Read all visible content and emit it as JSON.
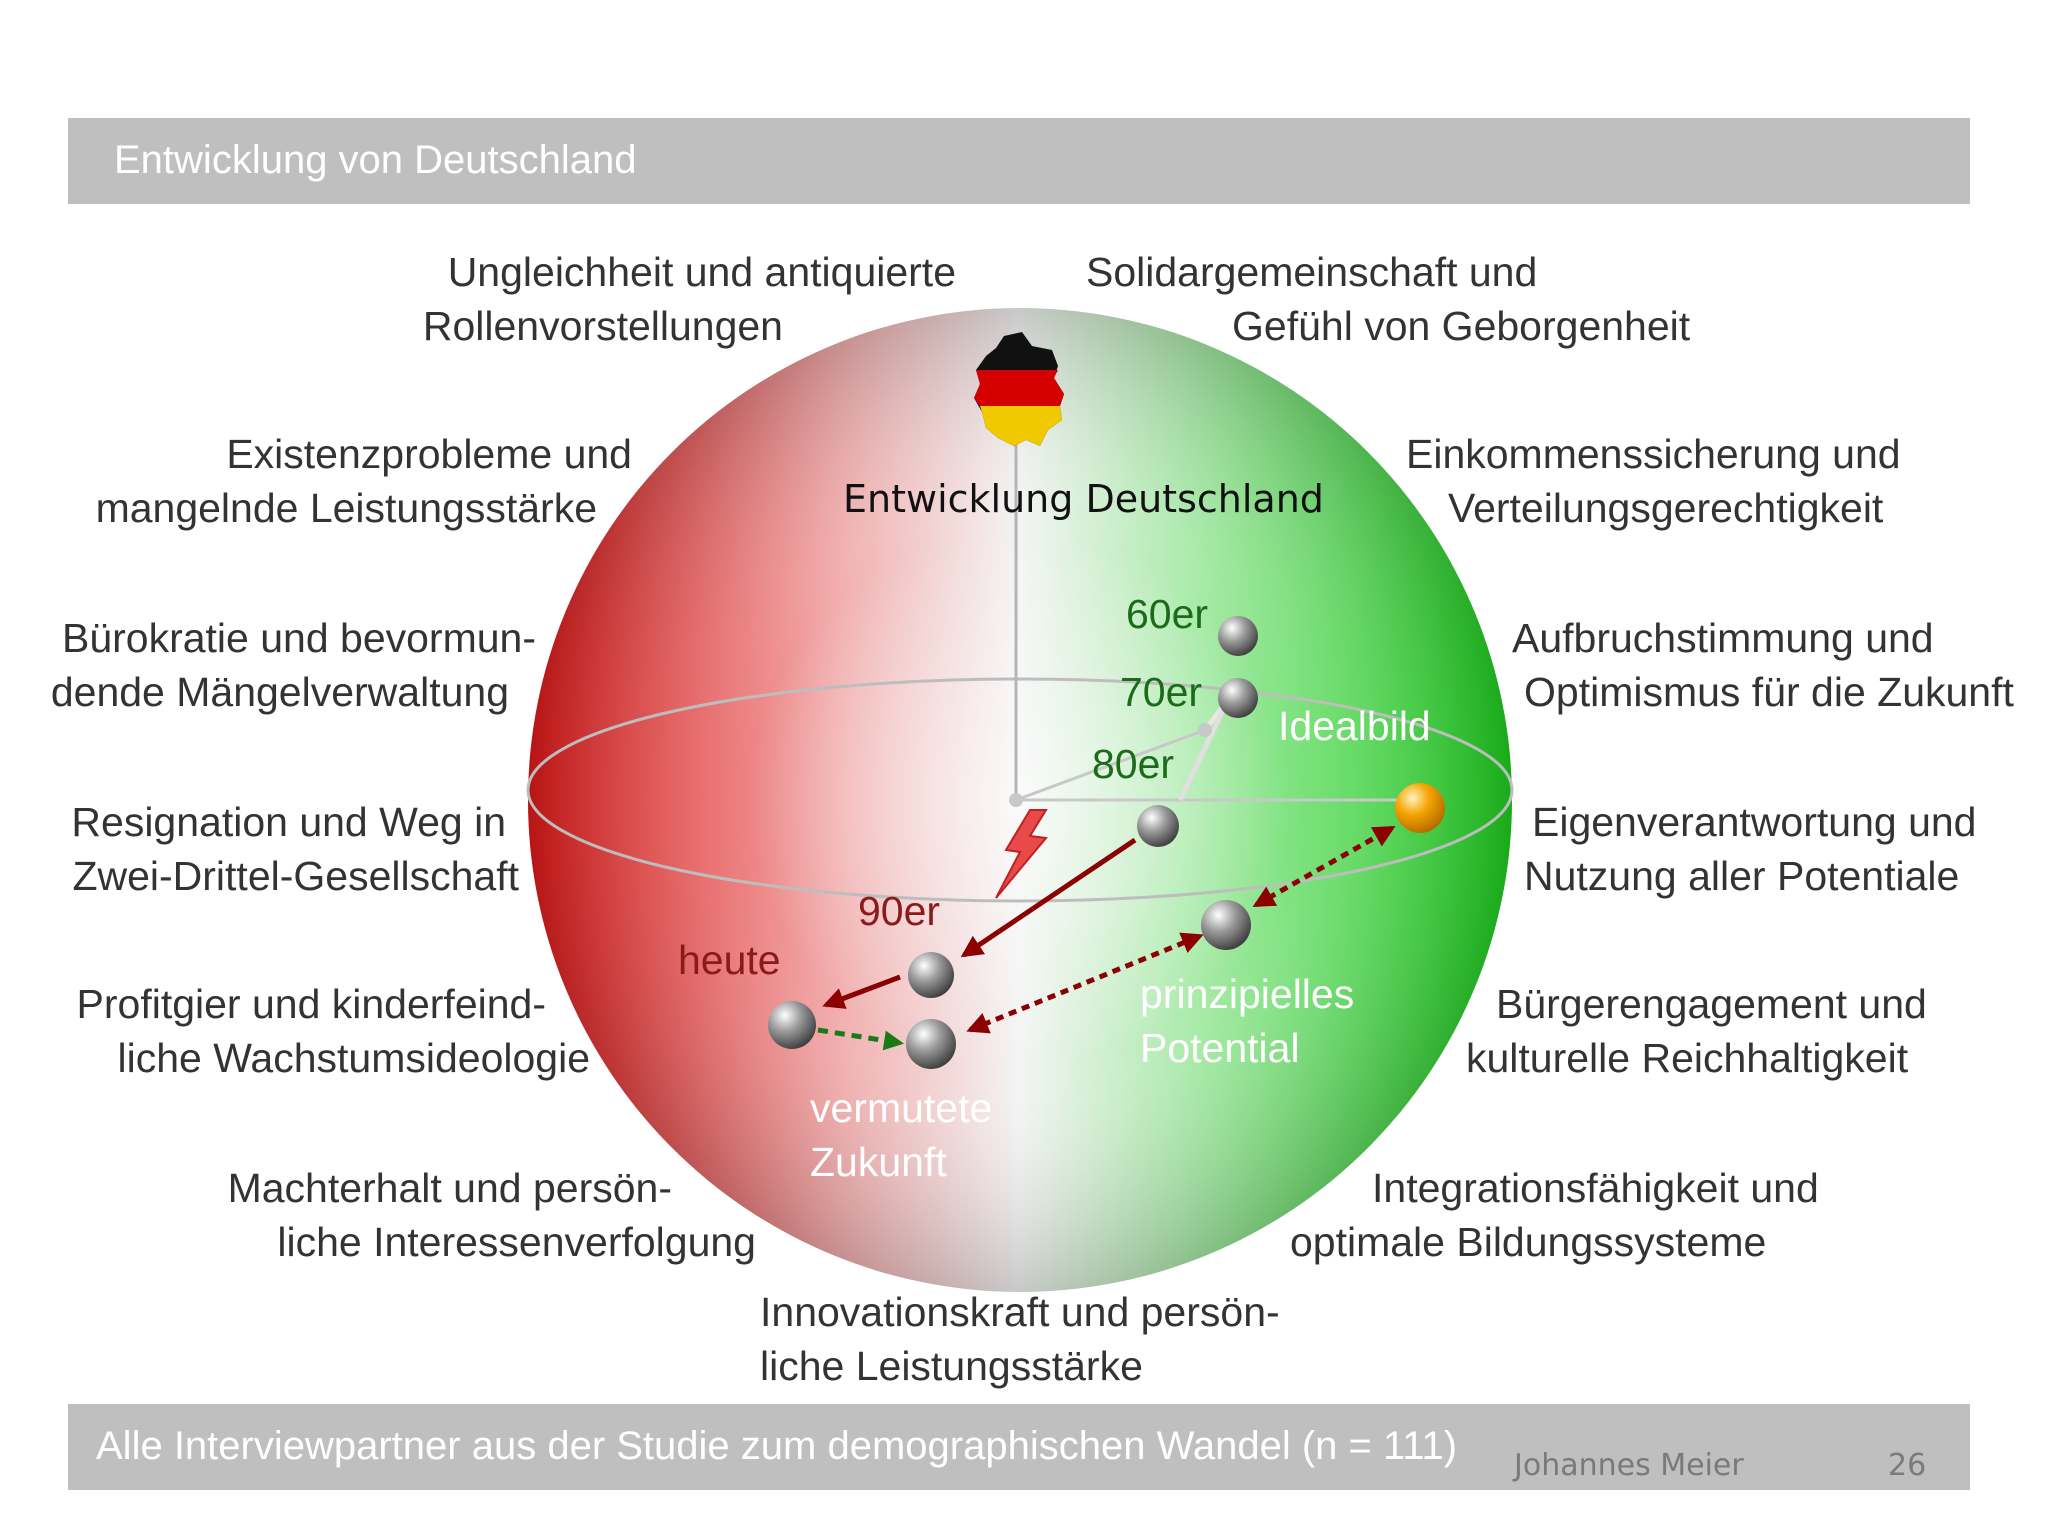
{
  "header": {
    "title": "Entwicklung von Deutschland"
  },
  "footer": {
    "text": "Alle Interviewpartner aus der Studie zum demographischen Wandel (n = 111)",
    "author": "Johannes Meier",
    "page": "26"
  },
  "sphere": {
    "center_label": "Entwicklung Deutschland",
    "colors": {
      "negative": "#e02020",
      "positive": "#22cc22",
      "arrow": "#8b0000",
      "future_arrow": "#1a7a1a",
      "ideal": "#f5a400"
    }
  },
  "labels_left": [
    {
      "line1": "Ungleichheit und antiquierte",
      "line2": "Rollenvorstellungen"
    },
    {
      "line1": "Existenzprobleme und",
      "line2": "mangelnde Leistungsstärke"
    },
    {
      "line1": "Bürokratie und bevormun-",
      "line2": "dende Mängelverwaltung"
    },
    {
      "line1": "Resignation und Weg in",
      "line2": "Zwei-Drittel-Gesellschaft"
    },
    {
      "line1": "Profitgier und kinderfeind-",
      "line2": "liche Wachstumsideologie"
    },
    {
      "line1": "Machterhalt und persön-",
      "line2": "liche Interessenverfolgung"
    }
  ],
  "labels_right": [
    {
      "line1": "Solidargemeinschaft und",
      "line2": "Gefühl von Geborgenheit"
    },
    {
      "line1": "Einkommenssicherung und",
      "line2": "Verteilungsgerechtigkeit"
    },
    {
      "line1": "Aufbruchstimmung und",
      "line2": "Optimismus für die Zukunft"
    },
    {
      "line1": "Eigenverantwortung und",
      "line2": "Nutzung aller Potentiale"
    },
    {
      "line1": "Bürgerengagement und",
      "line2": "kulturelle Reichhaltigkeit"
    },
    {
      "line1": "Integrationsfähigkeit und",
      "line2": "optimale Bildungssysteme"
    }
  ],
  "label_bottom": {
    "line1": "Innovationskraft und persön-",
    "line2": "liche Leistungsstärke"
  },
  "points": {
    "p60": "60er",
    "p70": "70er",
    "p80": "80er",
    "p90": "90er",
    "today": "heute",
    "ideal": "Idealbild",
    "potential": {
      "line1": "prinzipielles",
      "line2": "Potential"
    },
    "future": {
      "line1": "vermutete",
      "line2": "Zukunft"
    }
  }
}
